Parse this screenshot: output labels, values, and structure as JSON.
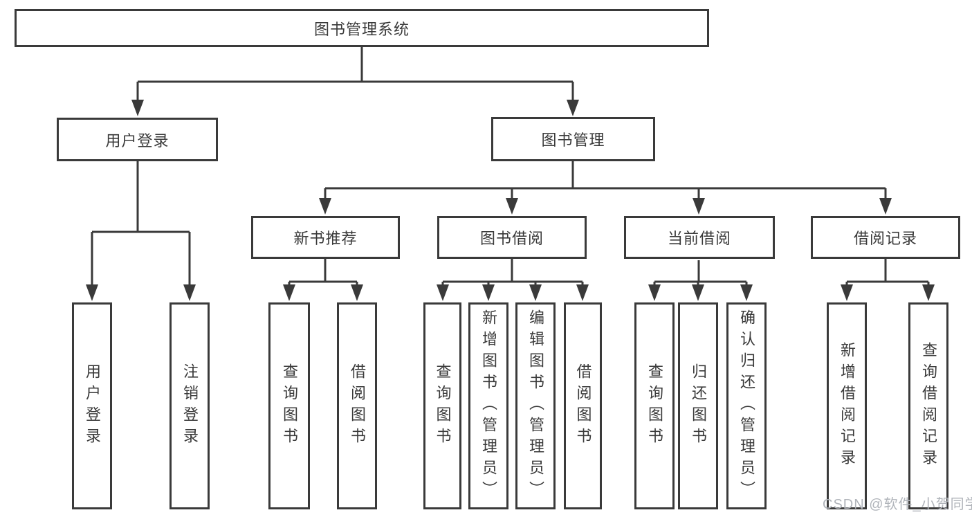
{
  "nodes": {
    "root": "图书管理系统",
    "level2": [
      "用户登录",
      "图书管理"
    ],
    "level3": [
      "新书推荐",
      "图书借阅",
      "当前借阅",
      "借阅记录"
    ],
    "leaves_user_login": [
      "用户登录",
      "注销登录"
    ],
    "leaves_new_book": [
      "查询图书",
      "借阅图书"
    ],
    "leaves_book_borrow": [
      "查询图书",
      "新增图书（管理员）",
      "编辑图书（管理员）",
      "借阅图书"
    ],
    "leaves_current_borrow": [
      "查询图书",
      "归还图书",
      "确认归还（管理员）"
    ],
    "leaves_borrow_records": [
      "新增借阅记录",
      "查询借阅记录"
    ]
  },
  "watermark": "CSDN @软件_小贺同学",
  "colors": {
    "line": "#3a3a3a",
    "text": "#3a3a3a",
    "watermark": "#b0b4ba",
    "background": "#ffffff"
  }
}
